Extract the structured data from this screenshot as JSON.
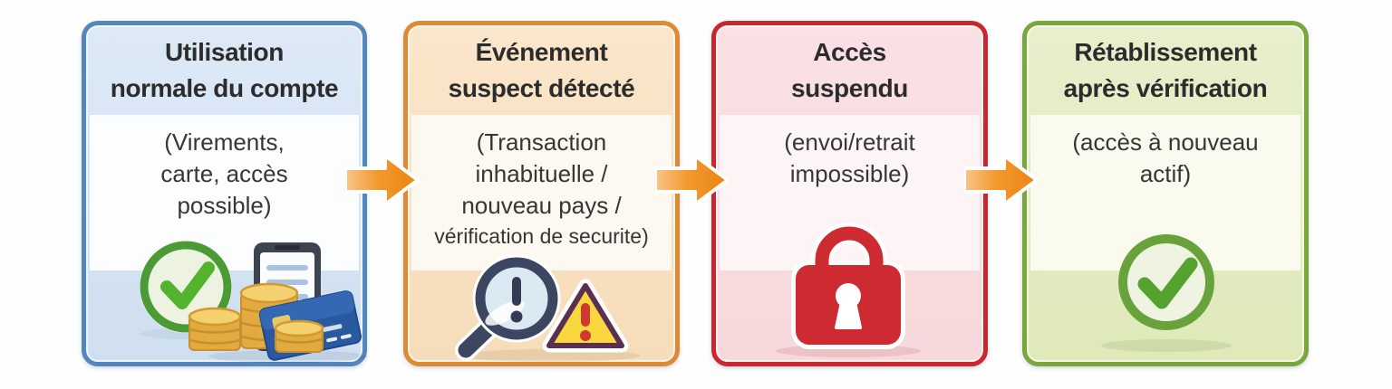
{
  "page": {
    "type": "process-flow-diagram",
    "language": "fr",
    "background": "#ffffff"
  },
  "flow": {
    "arrows": {
      "count": 3,
      "direction": "right",
      "color": "#ee8b1c",
      "icon": "arrow-right-icon"
    },
    "cards": [
      {
        "id": "utilisation-normale",
        "accent": "#5286bd",
        "background": "#d9e6f5",
        "panel_color": "#fcfdff",
        "title_lines": [
          "Utilisation",
          "normale du compte"
        ],
        "body_lines": [
          "(Virements,",
          "carte, accès",
          "possible)"
        ],
        "icons": [
          "check-circle-icon",
          "smartphone-icon",
          "coin-stacks-icon",
          "credit-card-icon"
        ]
      },
      {
        "id": "evenement-suspect",
        "accent": "#df8a33",
        "background": "#f9e4c6",
        "panel_color": "#fdf8f0",
        "title_lines": [
          "Événement",
          "suspect détecté"
        ],
        "body_lines": [
          "(Transaction",
          "inhabituelle /",
          "nouveau pays /",
          "vérification de securite)"
        ],
        "icons": [
          "magnifier-alert-icon",
          "warning-triangle-icon"
        ]
      },
      {
        "id": "acces-suspendu",
        "accent": "#c9262d",
        "background": "#f9dee2",
        "panel_color": "#fdf5f5",
        "title_lines": [
          "Accès",
          "suspendu"
        ],
        "body_lines": [
          "(envoi/retrait",
          "impossible)"
        ],
        "icons": [
          "padlock-icon"
        ]
      },
      {
        "id": "retablissement",
        "accent": "#79a73c",
        "background": "#e6eec8",
        "panel_color": "#fbfaee",
        "title_lines": [
          "Rétablissement",
          "après vérification"
        ],
        "body_lines": [
          "(accès à nouveau",
          "actif)"
        ],
        "icons": [
          "check-circle-icon"
        ]
      }
    ]
  }
}
